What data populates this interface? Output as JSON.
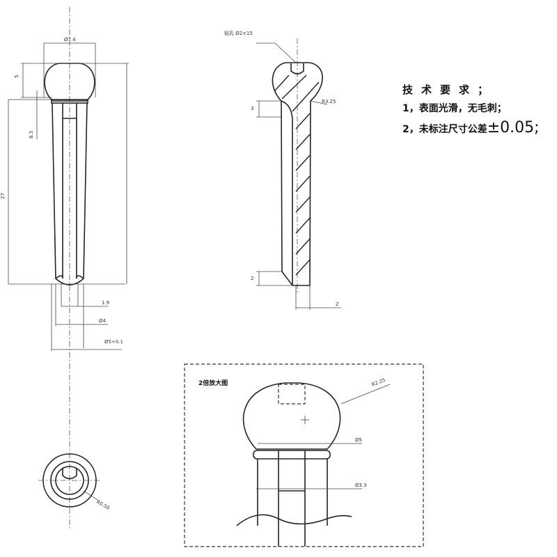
{
  "front_view": {
    "dims": {
      "head_diameter": "Ø7.4",
      "head_height": "5",
      "bore_depth": "8.3",
      "total_length": "27",
      "tip_width": "1.9",
      "bottom_diameter": "Ø4",
      "top_diameter": "Ø5+0.1"
    }
  },
  "section_view": {
    "hole_note": "钻孔 Ø2×15",
    "radius": "R3.25",
    "groove_height": "3",
    "tip_height": "2",
    "tip_width": "2"
  },
  "bottom_view": {
    "radius": "R0.50"
  },
  "detail_view": {
    "title": "2倍放大图",
    "radius": "R2.25",
    "collar_diameter": "Ø5",
    "shaft_diameter": "Ø3.3"
  },
  "requirements": {
    "title": "技术要求；",
    "item1": "1，表面光滑，无毛刺；",
    "item2_prefix": "2，未标注尺寸公差",
    "item2_value": "±0.05;"
  }
}
